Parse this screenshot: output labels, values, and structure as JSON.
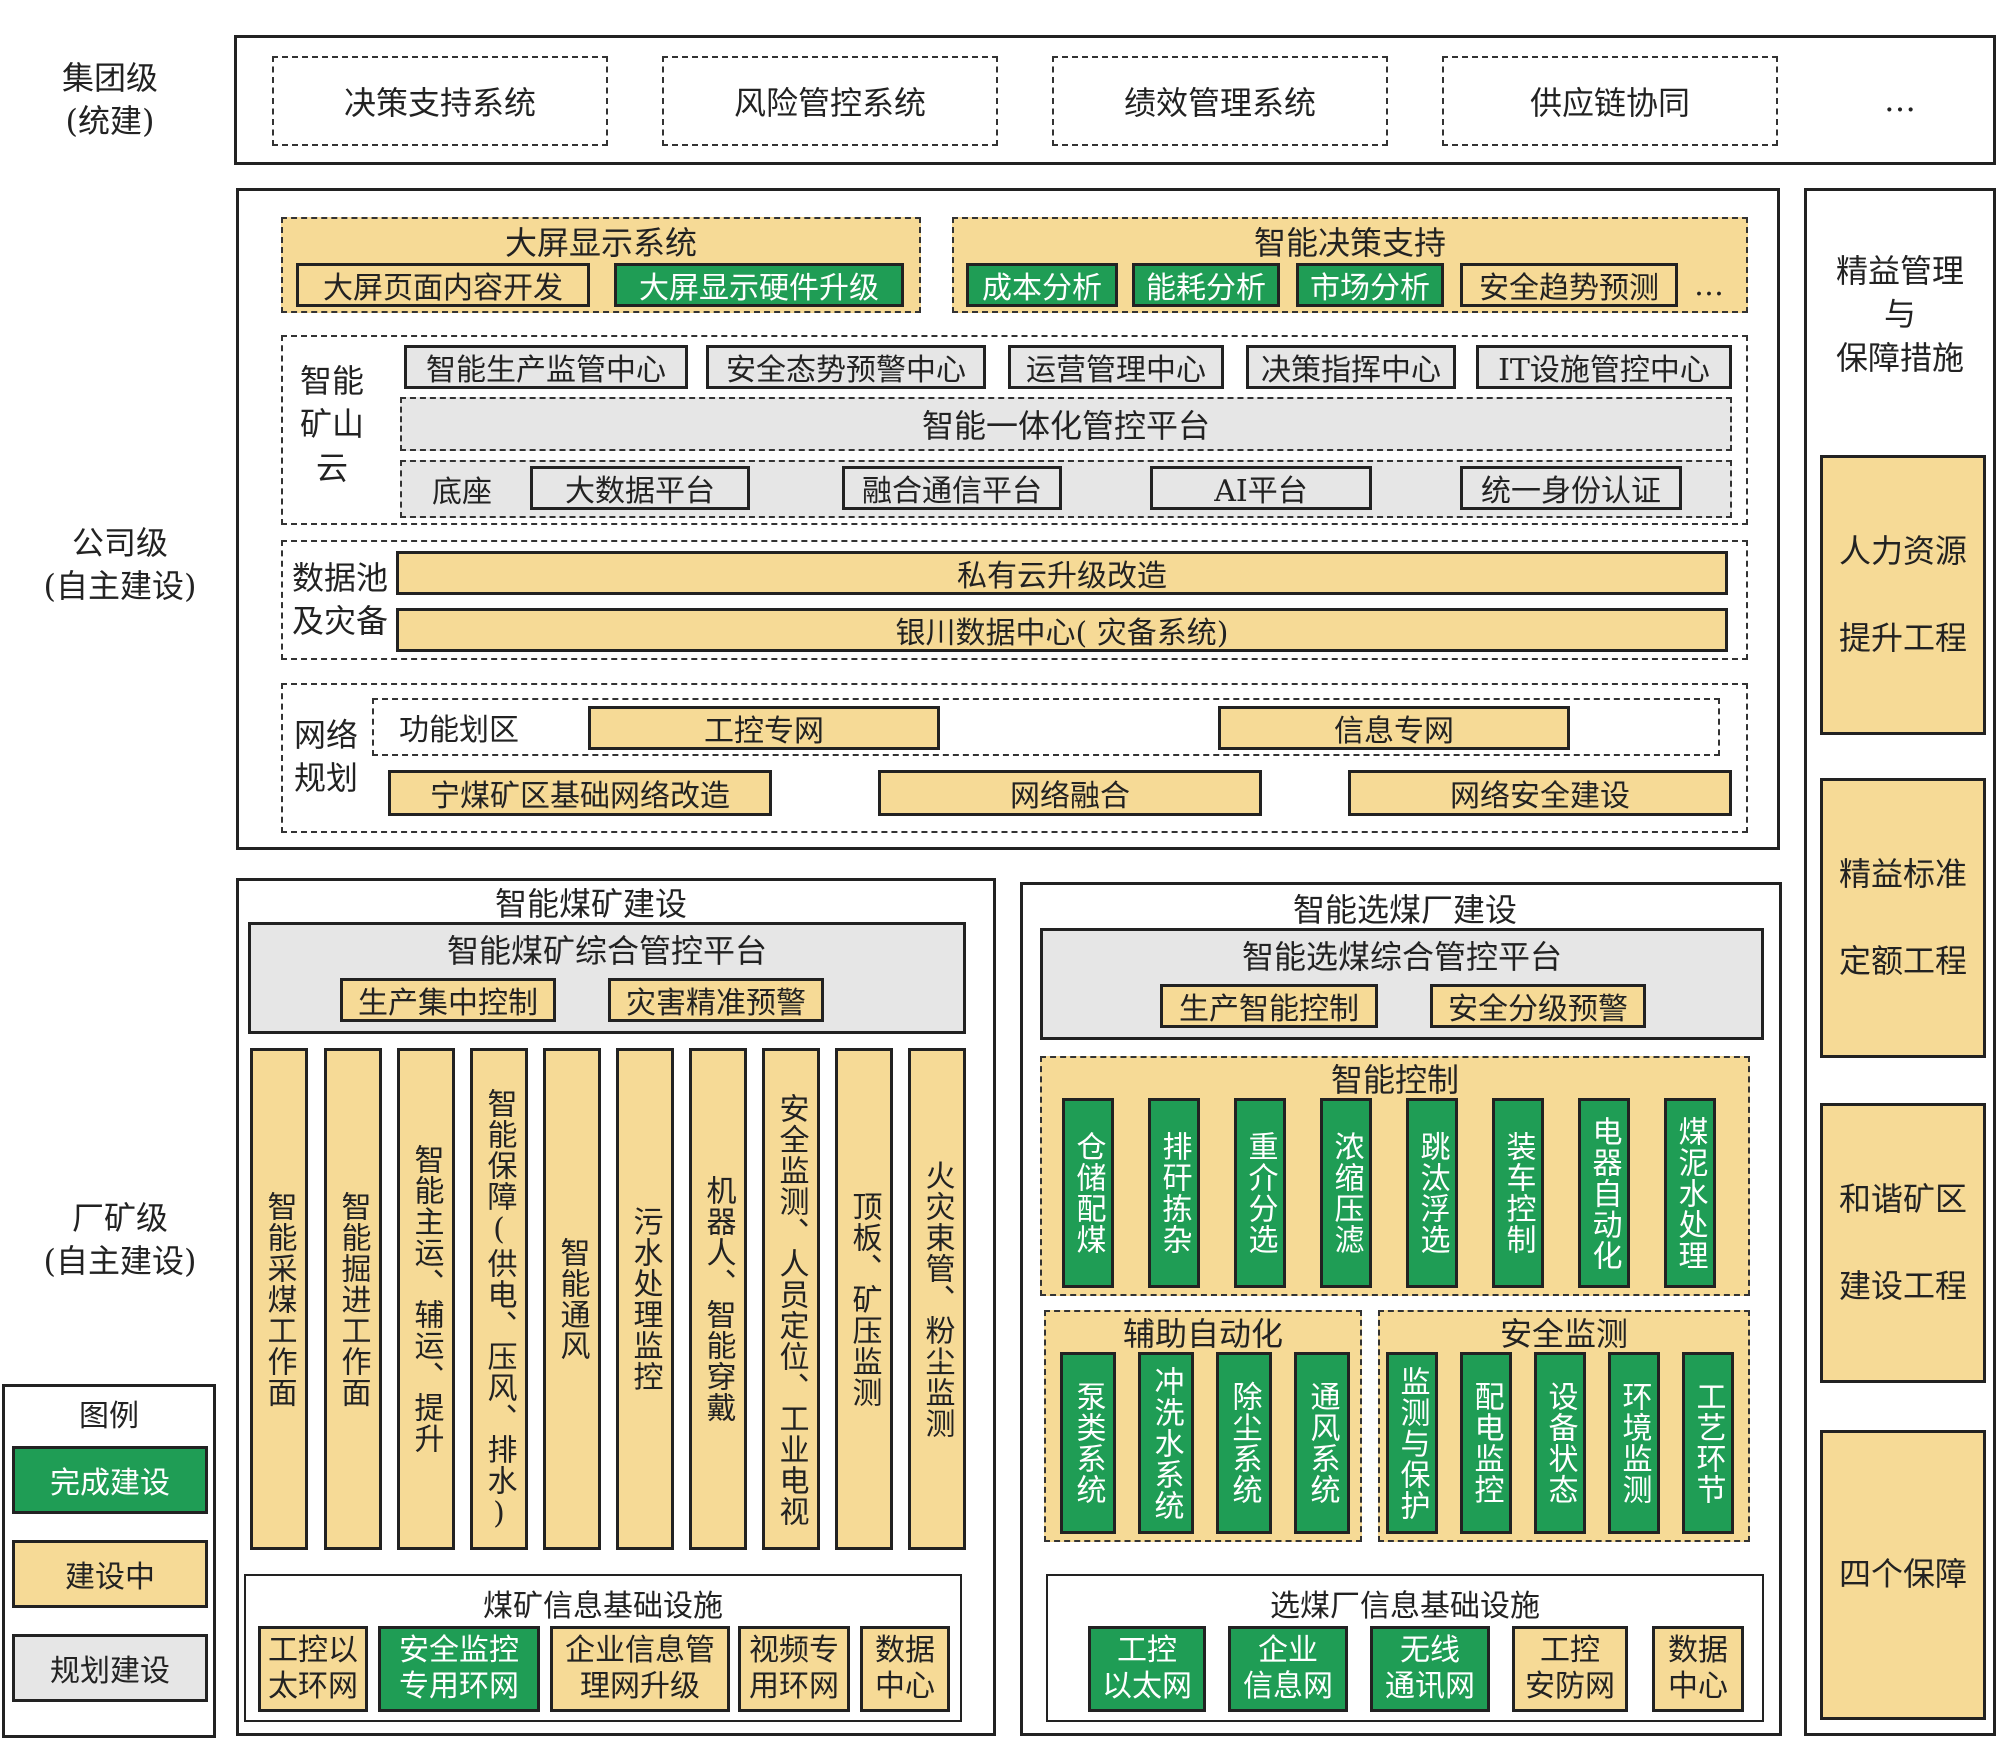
{
  "levels": {
    "group": "集团级\n(统建)",
    "company": "公司级\n(自主建设)",
    "plant": "厂矿级\n(自主建设)"
  },
  "group_systems": [
    "决策支持系统",
    "风险管控系统",
    "绩效管理系统",
    "供应链协同",
    "…"
  ],
  "big_screen": {
    "title": "大屏显示系统",
    "items": [
      "大屏页面内容开发",
      "大屏显示硬件升级"
    ]
  },
  "smart_decision": {
    "title": "智能决策支持",
    "items": [
      "成本分析",
      "能耗分析",
      "市场分析",
      "安全趋势预测"
    ],
    "more": "…"
  },
  "mine_cloud": {
    "label": "智能\n矿山\n云",
    "centers": [
      "智能生产监管中心",
      "安全态势预警中心",
      "运营管理中心",
      "决策指挥中心",
      "IT设施管控中心"
    ],
    "platform": "智能一体化管控平台",
    "base_label": "底座",
    "base_items": [
      "大数据平台",
      "融合通信平台",
      "AI平台",
      "统一身份认证"
    ]
  },
  "data_pool": {
    "label": "数据池\n及灾备",
    "items": [
      "私有云升级改造",
      "银川数据中心(   灾备系统)"
    ]
  },
  "network": {
    "label": "网络\n规划",
    "zone_label": "功能划区",
    "zones": [
      "工控专网",
      "信息专网"
    ],
    "items": [
      "宁煤矿区基础网络改造",
      "网络融合",
      "网络安全建设"
    ]
  },
  "coal_mine": {
    "title": "智能煤矿建设",
    "platform_title": "智能煤矿综合管控平台",
    "platform_items": [
      "生产集中控制",
      "灾害精准预警"
    ],
    "columns": [
      "智能采煤工作面",
      "智能掘进工作面",
      "智能主运、辅运、提升",
      "智能保障(供电、压风、排水)",
      "智能通风",
      "污水处理监控",
      "机器人、智能穿戴",
      "安全监测、人员定位、工业电视",
      "顶板、矿压监测",
      "火灾束管、粉尘监测"
    ],
    "infra_title": "煤矿信息基础设施",
    "infra_items": [
      "工控以\n太环网",
      "安全监控\n专用环网",
      "企业信息管\n理网升级",
      "视频专\n用环网",
      "数据\n中心"
    ]
  },
  "prep_plant": {
    "title": "智能选煤厂建设",
    "platform_title": "智能选煤综合管控平台",
    "platform_items": [
      "生产智能控制",
      "安全分级预警"
    ],
    "control_title": "智能控制",
    "control_items": [
      "仓储配煤",
      "排矸拣杂",
      "重介分选",
      "浓缩压滤",
      "跳汰浮选",
      "装车控制",
      "电器自动化",
      "煤泥水处理"
    ],
    "aux_title": "辅助自动化",
    "aux_items": [
      "泵类系统",
      "冲洗水系统",
      "除尘系统",
      "通风系统"
    ],
    "safety_title": "安全监测",
    "safety_items": [
      "监测与保护",
      "配电监控",
      "设备状态",
      "环境监测",
      "工艺环节"
    ],
    "infra_title": "选煤厂信息基础设施",
    "infra_items": [
      "工控\n以太网",
      "企业\n信息网",
      "无线\n通讯网",
      "工控\n安防网",
      "数据\n中心"
    ]
  },
  "lean": {
    "title": "精益管理\n与\n保障措施",
    "items": [
      "人力资源\n\n提升工程",
      "精益标准\n\n定额工程",
      "和谐矿区\n\n建设工程",
      "四个保障"
    ]
  },
  "legend": {
    "title": "图例",
    "items": [
      "完成建设",
      "建设中",
      "规划建设"
    ]
  },
  "colors": {
    "done": "#1f9d55",
    "building": "#f6da96",
    "planned": "#e6e6e6"
  }
}
